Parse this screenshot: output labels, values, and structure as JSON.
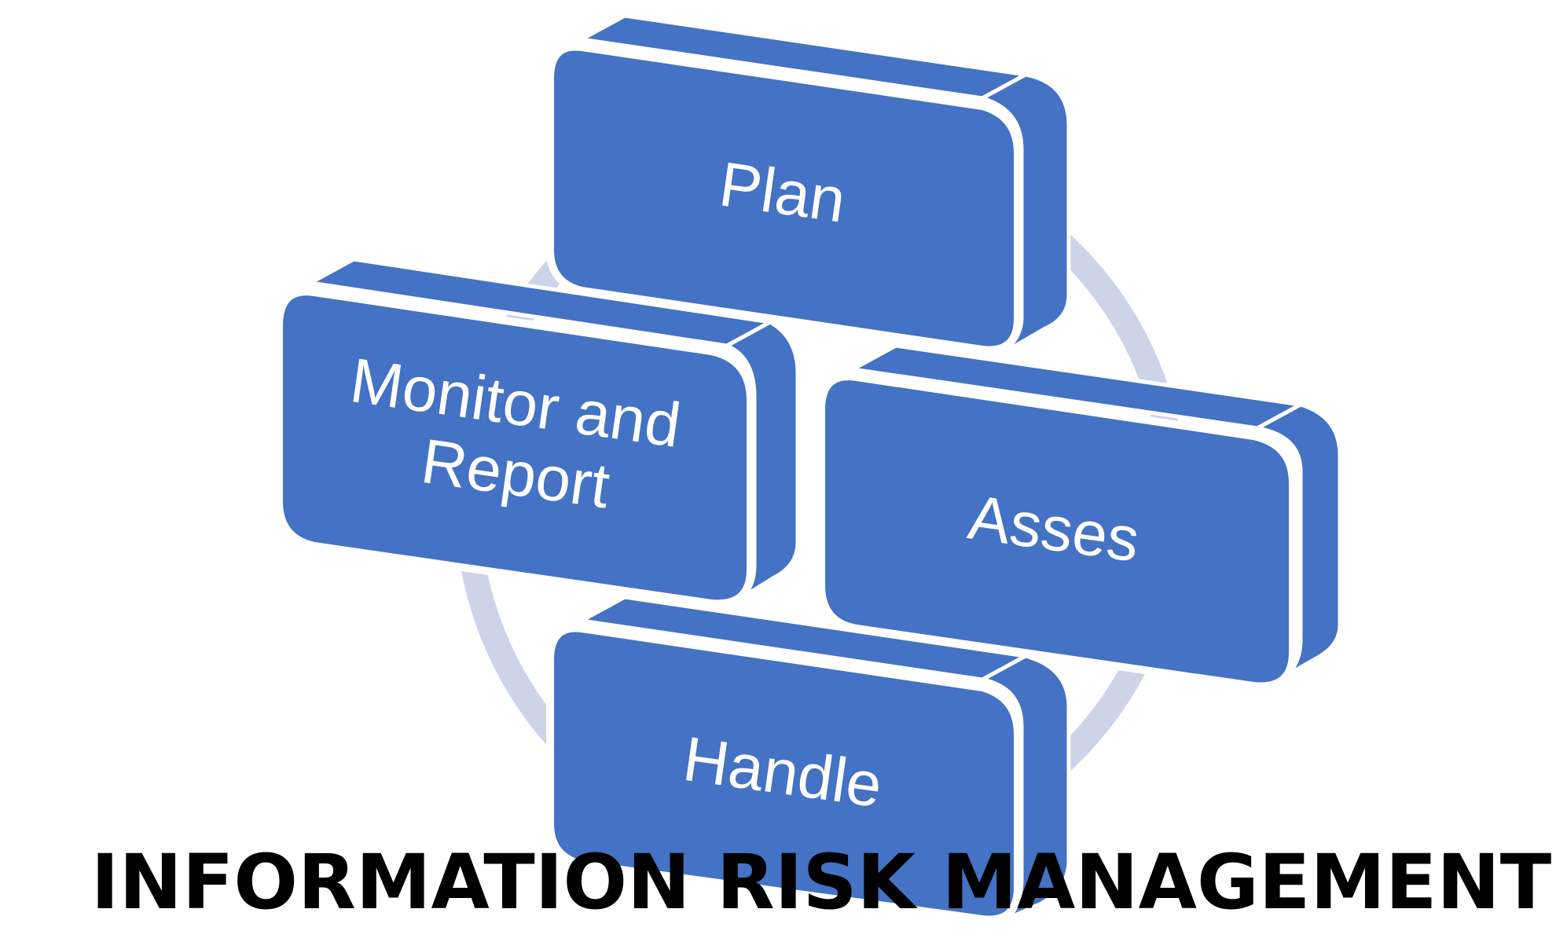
{
  "diagram": {
    "title": "INFORMATION RISK MANAGEMENT",
    "steps": [
      {
        "label": "Plan"
      },
      {
        "label_line1": "Monitor and",
        "label_line2": "Report"
      },
      {
        "label": "Asses"
      },
      {
        "label": "Handle"
      }
    ],
    "colors": {
      "box_fill": "#4472C4",
      "box_outline": "#ffffff",
      "cycle_ring": "#CDD4E8",
      "title": "#000000"
    }
  }
}
